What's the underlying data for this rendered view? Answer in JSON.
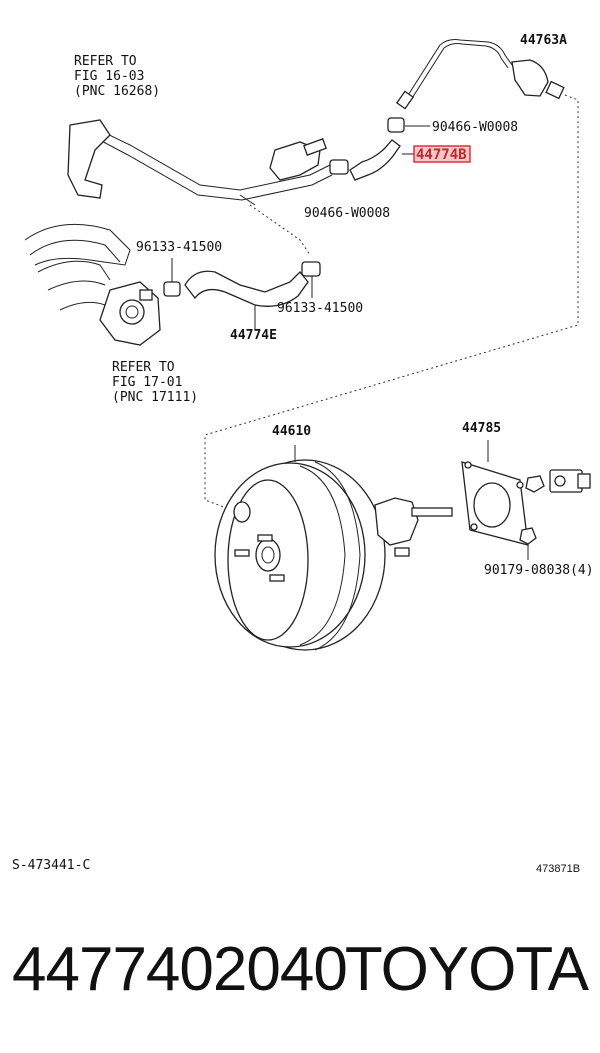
{
  "labels": {
    "hose_a": "44763A",
    "clip_top": "90466-W0008",
    "hose_b": "44774B",
    "clip_mid": "90466-W0008",
    "clamp_left": "96133-41500",
    "clamp_right": "96133-41500",
    "hose_e": "44774E",
    "booster": "44610",
    "gasket": "44785",
    "nut": "90179-08038(4)"
  },
  "refer_top": {
    "line1": "REFER TO",
    "line2": "FIG 16-03",
    "line3": "(PNC 16268)"
  },
  "refer_bottom": {
    "line1": "REFER TO",
    "line2": "FIG 17-01",
    "line3": "(PNC 17111)"
  },
  "codes": {
    "left": "S-473441-C",
    "right": "473871B"
  },
  "footer": {
    "part_number": "4477402040",
    "brand": "TOYOTA"
  },
  "highlight_color": "#d9272e"
}
